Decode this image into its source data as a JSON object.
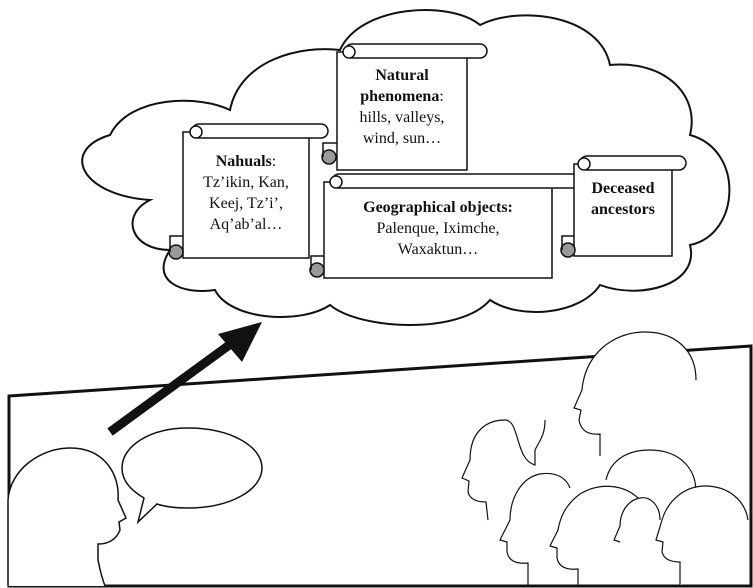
{
  "scrolls": {
    "nahuals": {
      "title": "Nahuals",
      "lines": [
        "Tz’ikin, Kan,",
        "Keej,  Tz’i’,",
        "Aq’ab’al…"
      ]
    },
    "natural": {
      "title_line1": "Natural",
      "title_line2": "phenomena",
      "lines": [
        "hills, valleys,",
        "wind, sun…"
      ]
    },
    "geographical": {
      "title": "Geographical objects:",
      "lines": [
        "Palenque, Iximche,",
        "Waxaktun…"
      ]
    },
    "ancestors": {
      "title_line1": "Deceased",
      "title_line2": "ancestors"
    }
  },
  "colors": {
    "outline": "#111111",
    "scroll_curl_fill": "#9a9a9a",
    "background": "#ffffff"
  }
}
